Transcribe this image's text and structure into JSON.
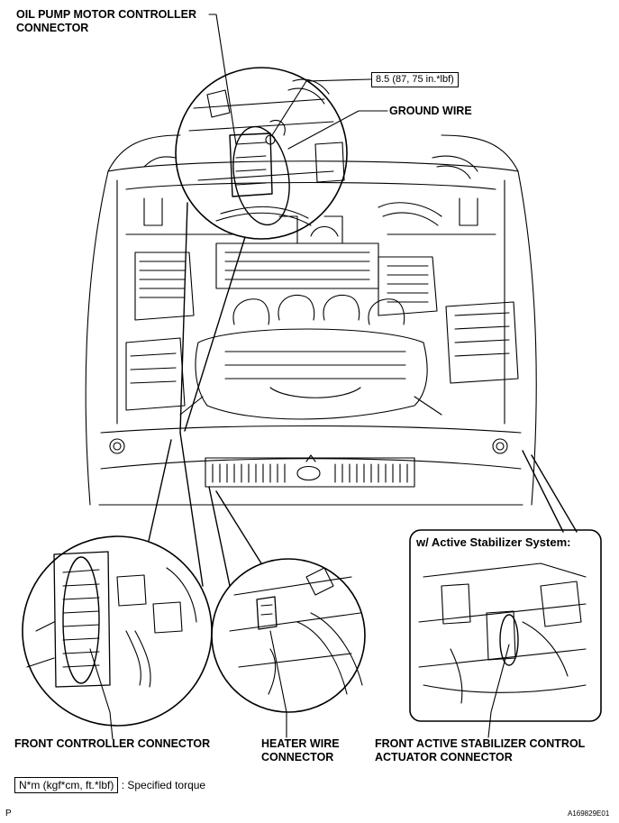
{
  "labels": {
    "oil_pump_line1": "OIL PUMP MOTOR CONTROLLER",
    "oil_pump_line2": "CONNECTOR",
    "torque_value": "8.5 (87, 75 in.*lbf)",
    "ground_wire": "GROUND WIRE",
    "front_controller": "FRONT CONTROLLER CONNECTOR",
    "heater_line1": "HEATER WIRE",
    "heater_line2": "CONNECTOR",
    "stabilizer_line1": "FRONT ACTIVE STABILIZER CONTROL",
    "stabilizer_line2": "ACTUATOR CONNECTOR",
    "stabilizer_panel_title": "w/ Active Stabilizer System:"
  },
  "legend": {
    "unit_box": "N*m (kgf*cm, ft.*lbf)",
    "description": ": Specified torque"
  },
  "footer": {
    "left_code": "P",
    "right_code": "A169829E01"
  }
}
